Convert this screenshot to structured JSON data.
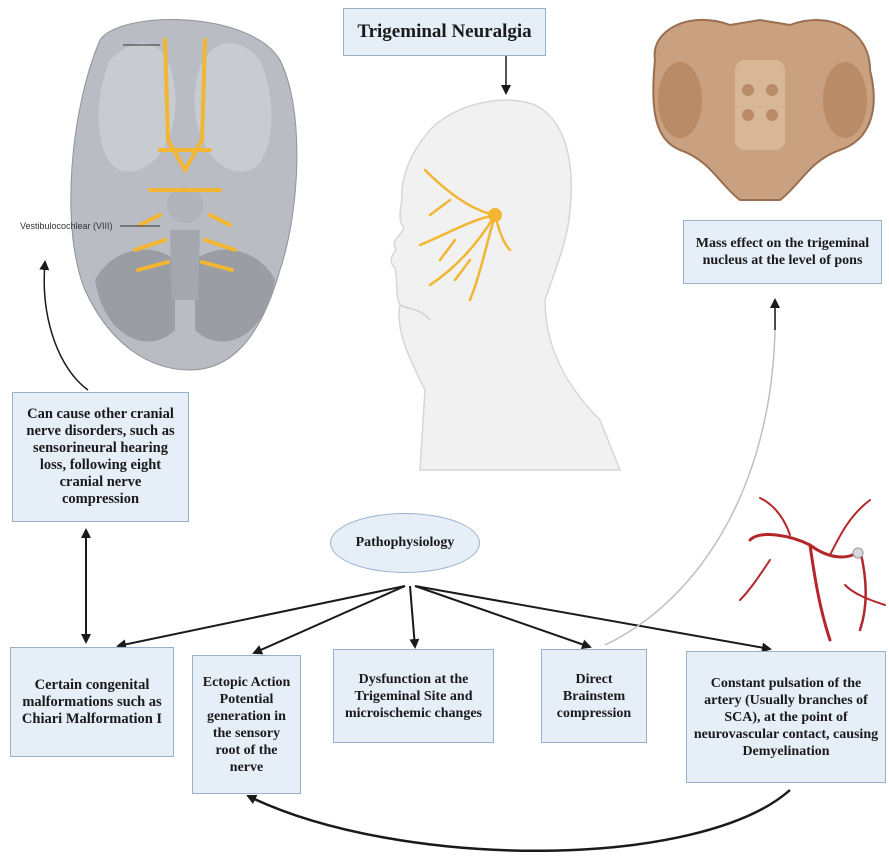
{
  "title": "Trigeminal Neuralgia",
  "brain_label": "Vestibulocochlear (VIII)",
  "mass_effect": "Mass effect on the trigeminal nucleus at the level of pons",
  "cranial_disorders": "Can cause other cranial nerve disorders, such as sensorineural hearing loss, following eight cranial nerve compression",
  "center": "Pathophysiology",
  "causes": {
    "chiari": "Certain congenital malformations such as Chiari Malformation I",
    "ectopic": "Ectopic Action Potential generation in the sensory root of the nerve",
    "dysfunction": "Dysfunction at the Trigeminal Site and microischemic changes",
    "direct": "Direct Brainstem compression",
    "pulsation": "Constant pulsation of the artery (Usually branches of SCA), at the point of neurovascular contact, causing Demyelination"
  },
  "colors": {
    "box_fill": "#e6eef8",
    "box_border": "#9ab1cc",
    "nerve": "#f2b632",
    "artery": "#b3262a",
    "pons": "#c9a080"
  }
}
